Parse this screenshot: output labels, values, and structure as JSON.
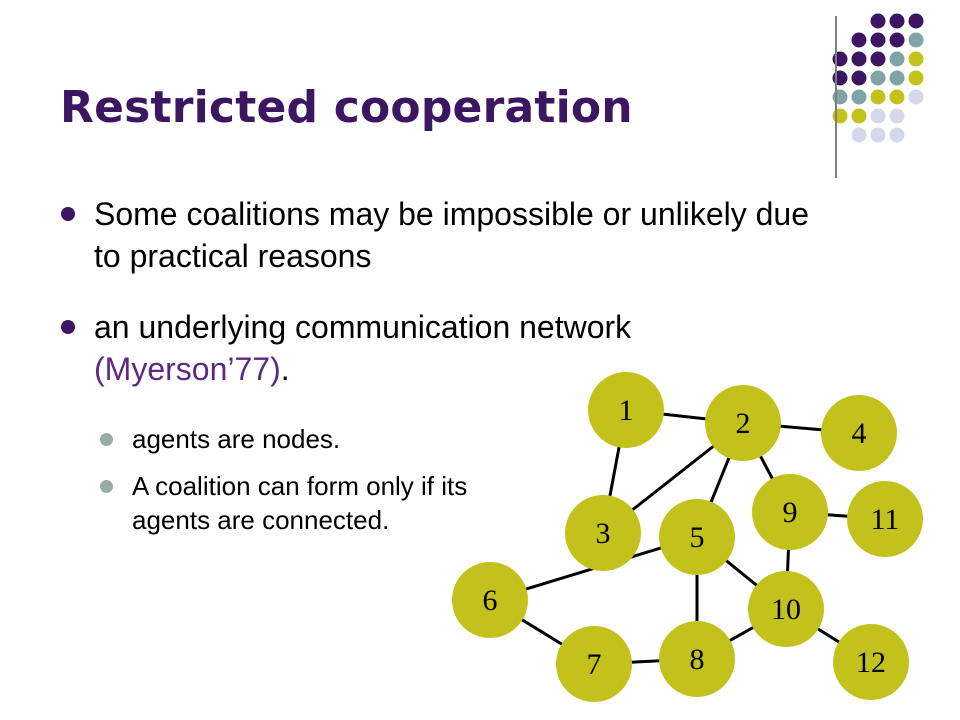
{
  "slide": {
    "title": "Restricted cooperation",
    "bullets": [
      {
        "level": 1,
        "text": "Some coalitions may be impossible or unlikely due to practical reasons"
      },
      {
        "level": 1,
        "text_before": "an underlying communication network ",
        "text_highlight": "(Myerson’77)",
        "text_after": "."
      },
      {
        "level": 2,
        "text": "agents are nodes."
      },
      {
        "level": 2,
        "text": "A coalition can form only if its agents are connected."
      }
    ]
  },
  "colors": {
    "title": "#3c1660",
    "node_fill": "#c3c21c",
    "highlight_text": "#5d2a82",
    "dot_purple": "#3c1660",
    "dot_teal": "#7fa4a4",
    "dot_yellow": "#c3c21c",
    "dot_lavender": "#d7d7ea"
  },
  "network": {
    "nodes": [
      {
        "id": "1",
        "label": "1"
      },
      {
        "id": "2",
        "label": "2"
      },
      {
        "id": "3",
        "label": "3"
      },
      {
        "id": "4",
        "label": "4"
      },
      {
        "id": "5",
        "label": "5"
      },
      {
        "id": "6",
        "label": "6"
      },
      {
        "id": "7",
        "label": "7"
      },
      {
        "id": "8",
        "label": "8"
      },
      {
        "id": "9",
        "label": "9"
      },
      {
        "id": "10",
        "label": "10"
      },
      {
        "id": "11",
        "label": "11"
      },
      {
        "id": "12",
        "label": "12"
      }
    ],
    "edges": [
      [
        "1",
        "2"
      ],
      [
        "1",
        "3"
      ],
      [
        "2",
        "4"
      ],
      [
        "2",
        "3"
      ],
      [
        "2",
        "5"
      ],
      [
        "2",
        "9"
      ],
      [
        "9",
        "11"
      ],
      [
        "5",
        "6"
      ],
      [
        "5",
        "10"
      ],
      [
        "5",
        "8"
      ],
      [
        "6",
        "7"
      ],
      [
        "7",
        "8"
      ],
      [
        "8",
        "10"
      ],
      [
        "10",
        "12"
      ],
      [
        "9",
        "10"
      ]
    ]
  }
}
